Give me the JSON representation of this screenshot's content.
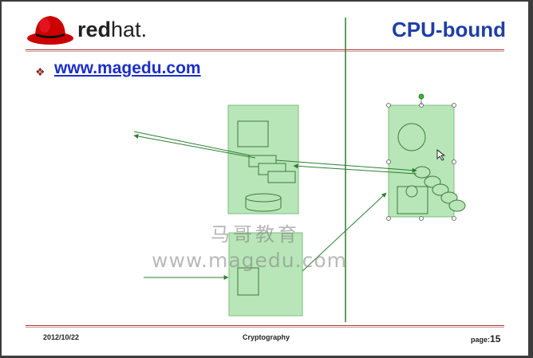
{
  "header": {
    "brand_bold": "red",
    "brand_light": "hat.",
    "title": "CPU-bound"
  },
  "bullet": {
    "glyph": "❖",
    "url": "www.magedu.com"
  },
  "watermark": {
    "chinese": "马哥教育",
    "url": "www.magedu.com"
  },
  "footer": {
    "date": "2012/10/22",
    "topic": "Cryptography",
    "page_label": "page:",
    "page_number": "15"
  },
  "colors": {
    "accent_red": "#a52a2a",
    "title_blue": "#1f3ea8",
    "box_fill": "#b8e6b8",
    "line_green": "#2e7d32"
  }
}
